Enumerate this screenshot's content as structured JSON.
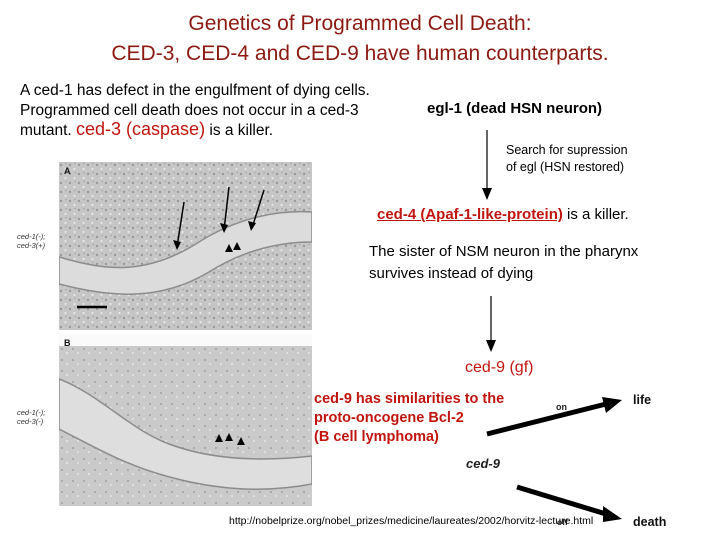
{
  "title": {
    "line1": "Genetics of Programmed Cell Death:",
    "line2": "CED-3, CED-4 and CED-9 have human counterparts."
  },
  "intro": {
    "text_a": "A ced-1 has defect in the engulfment of dying cells. Programmed cell death does not occur in a ced-3 mutant. ",
    "ced3_label": "ced-3 (caspase)",
    "text_b": " is a killer."
  },
  "figure_a": {
    "panel_letter": "A",
    "genotype_line1": "ced-1(-);",
    "genotype_line2": "ced-3(+)"
  },
  "figure_b": {
    "panel_letter": "B",
    "genotype_line1": "ced-1(-);",
    "genotype_line2": "ced-3(-)"
  },
  "pathway": {
    "egl1": "egl-1 (dead HSN neuron)",
    "search_line1": "Search for supression",
    "search_line2": "of egl (HSN restored)",
    "ced4_label": "ced-4 (Apaf-1-like-protein)",
    "ced4_suffix": " is a killer.",
    "sister_line1": "The sister of NSM neuron in the pharynx",
    "sister_line2": "survives instead of dying",
    "ced9_gf": "ced-9 (gf)",
    "ced9_desc_line1": "ced-9 has similarities to the",
    "ced9_desc_line2": "proto-oncogene Bcl-2",
    "ced9_desc_line3": "(B cell lymphoma)"
  },
  "switch_diagram": {
    "on_label": "on",
    "life_label": "life",
    "ced9_label": "ced-9",
    "off_label": "off",
    "death_label": "death"
  },
  "url": "http://nobelprize.org/nobel_prizes/medicine/laureates/2002/horvitz-lecture.html",
  "colors": {
    "title": "#8b1a12",
    "accent_red": "#c0150f"
  }
}
